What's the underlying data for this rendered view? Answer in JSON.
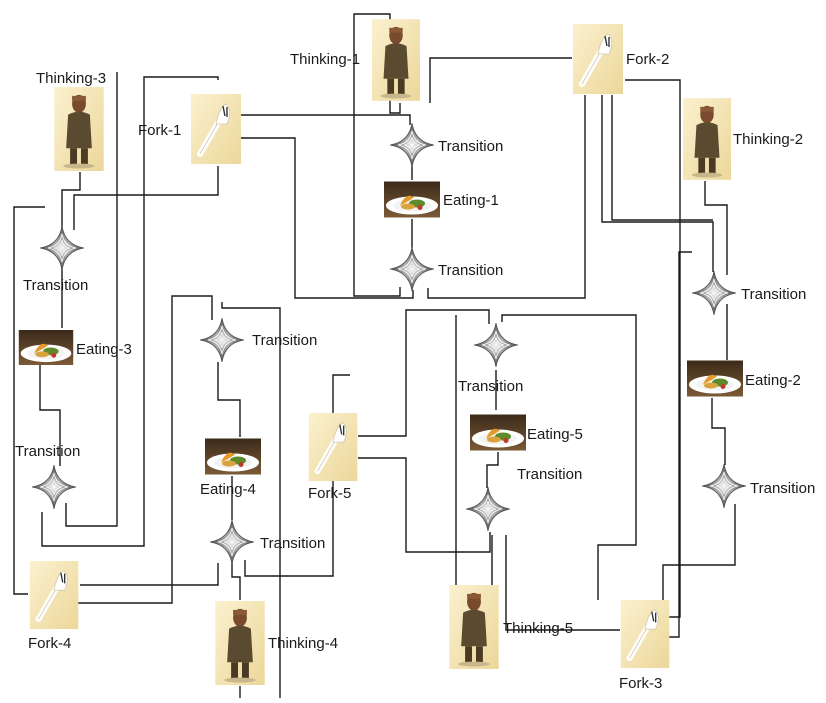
{
  "nodes": {
    "thinking_1": "Thinking-1",
    "thinking_2": "Thinking-2",
    "thinking_3": "Thinking-3",
    "thinking_4": "Thinking-4",
    "thinking_5": "Thinking-5",
    "fork_1": "Fork-1",
    "fork_2": "Fork-2",
    "fork_3": "Fork-3",
    "fork_4": "Fork-4",
    "fork_5": "Fork-5",
    "eating_1": "Eating-1",
    "eating_2": "Eating-2",
    "eating_3": "Eating-3",
    "eating_4": "Eating-4",
    "eating_5": "Eating-5",
    "transition": "Transition"
  },
  "icons": {
    "thinking": "philosopher-icon",
    "fork": "fork-icon",
    "eating": "dinner-plate-icon",
    "transition": "transition-diamond-icon"
  },
  "colors": {
    "line": "#1a1a1a",
    "card_background": "#f5e7b8",
    "fork_handle": "#ffffff",
    "diamond": "#6e6e6e"
  }
}
